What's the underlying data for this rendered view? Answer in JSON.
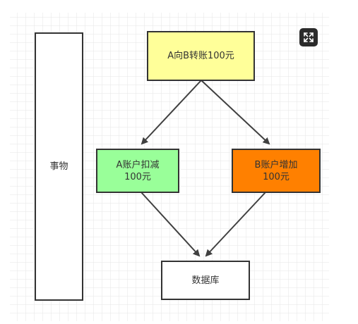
{
  "diagram": {
    "transaction_label": "事物",
    "transfer_label": "A向B转账100元",
    "debit_label": "A账户扣减\n100元",
    "credit_label": "B账户增加\n100元",
    "database_label": "数据库"
  },
  "colors": {
    "grid_line": "#e6e6e6",
    "border": "#333333",
    "transfer_fill": "#ffff99",
    "debit_fill": "#99ff99",
    "credit_fill": "#ff8000",
    "plain_fill": "#ffffff",
    "arrow": "#404040",
    "button_bg": "#2b2b2b"
  },
  "icons": {
    "expand": "expand-arrows-icon"
  }
}
